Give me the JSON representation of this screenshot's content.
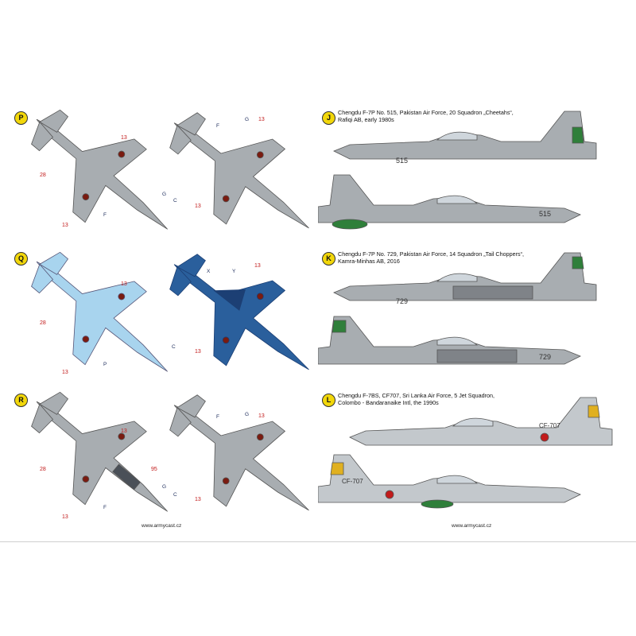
{
  "left": {
    "profiles": [
      {
        "letter": "P",
        "callouts": [
          "13",
          "28",
          "13",
          "G",
          "C",
          "F",
          "F",
          "G",
          "13",
          "13"
        ]
      },
      {
        "letter": "Q",
        "callouts": [
          "13",
          "28",
          "13",
          "C",
          "P",
          "X",
          "Y",
          "13",
          "13"
        ]
      },
      {
        "letter": "R",
        "callouts": [
          "13",
          "28",
          "13",
          "95",
          "G",
          "C",
          "F",
          "F",
          "G",
          "13",
          "13"
        ]
      }
    ],
    "footer": "www.armycast.cz"
  },
  "right": {
    "profiles": [
      {
        "letter": "J",
        "title": "Chengdu F-7P No. 515, Pakistan Air Force, 20 Squadron „Cheetahs“,\nRafiqi AB, early 1980s",
        "serial_top": "515",
        "serial_bottom": "515"
      },
      {
        "letter": "K",
        "title": "Chengdu F-7P No. 729, Pakistan Air Force, 14 Squadron „Tail Choppers“,\nKamra-Minhas AB, 2016",
        "serial_top": "729",
        "serial_bottom": "729"
      },
      {
        "letter": "L",
        "title": "Chengdu F-7BS, CF707, Sri Lanka Air Force, 5 Jet Squadron,\nColombo - Bandaranaike Intl, the 1990s",
        "serial_top": "CF-707",
        "serial_bottom": "CF-707"
      }
    ],
    "footer": "www.armycast.cz"
  },
  "colors": {
    "badge": "#f2d70a",
    "grey": "#a8adb1",
    "grey_dark": "#6e7479",
    "light_blue": "#a8d4ee",
    "blue": "#2a5f9c",
    "blue_dark": "#1c3f74",
    "green": "#2f7f3a",
    "callout_red": "#c21b1b"
  }
}
